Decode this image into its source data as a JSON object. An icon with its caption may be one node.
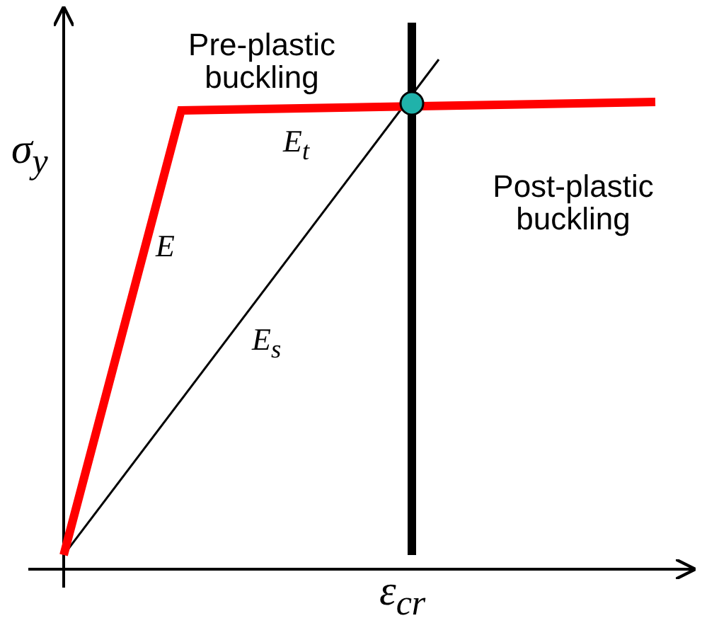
{
  "diagram": {
    "labels": [
      "Pre-plastic buckling",
      "σ$_{y}$",
      "*E*$_{t}$",
      "Post-plastic buckling",
      "*E*",
      "*E*$_{s}$",
      "ε$_{cr}$"
    ]
  }
}
